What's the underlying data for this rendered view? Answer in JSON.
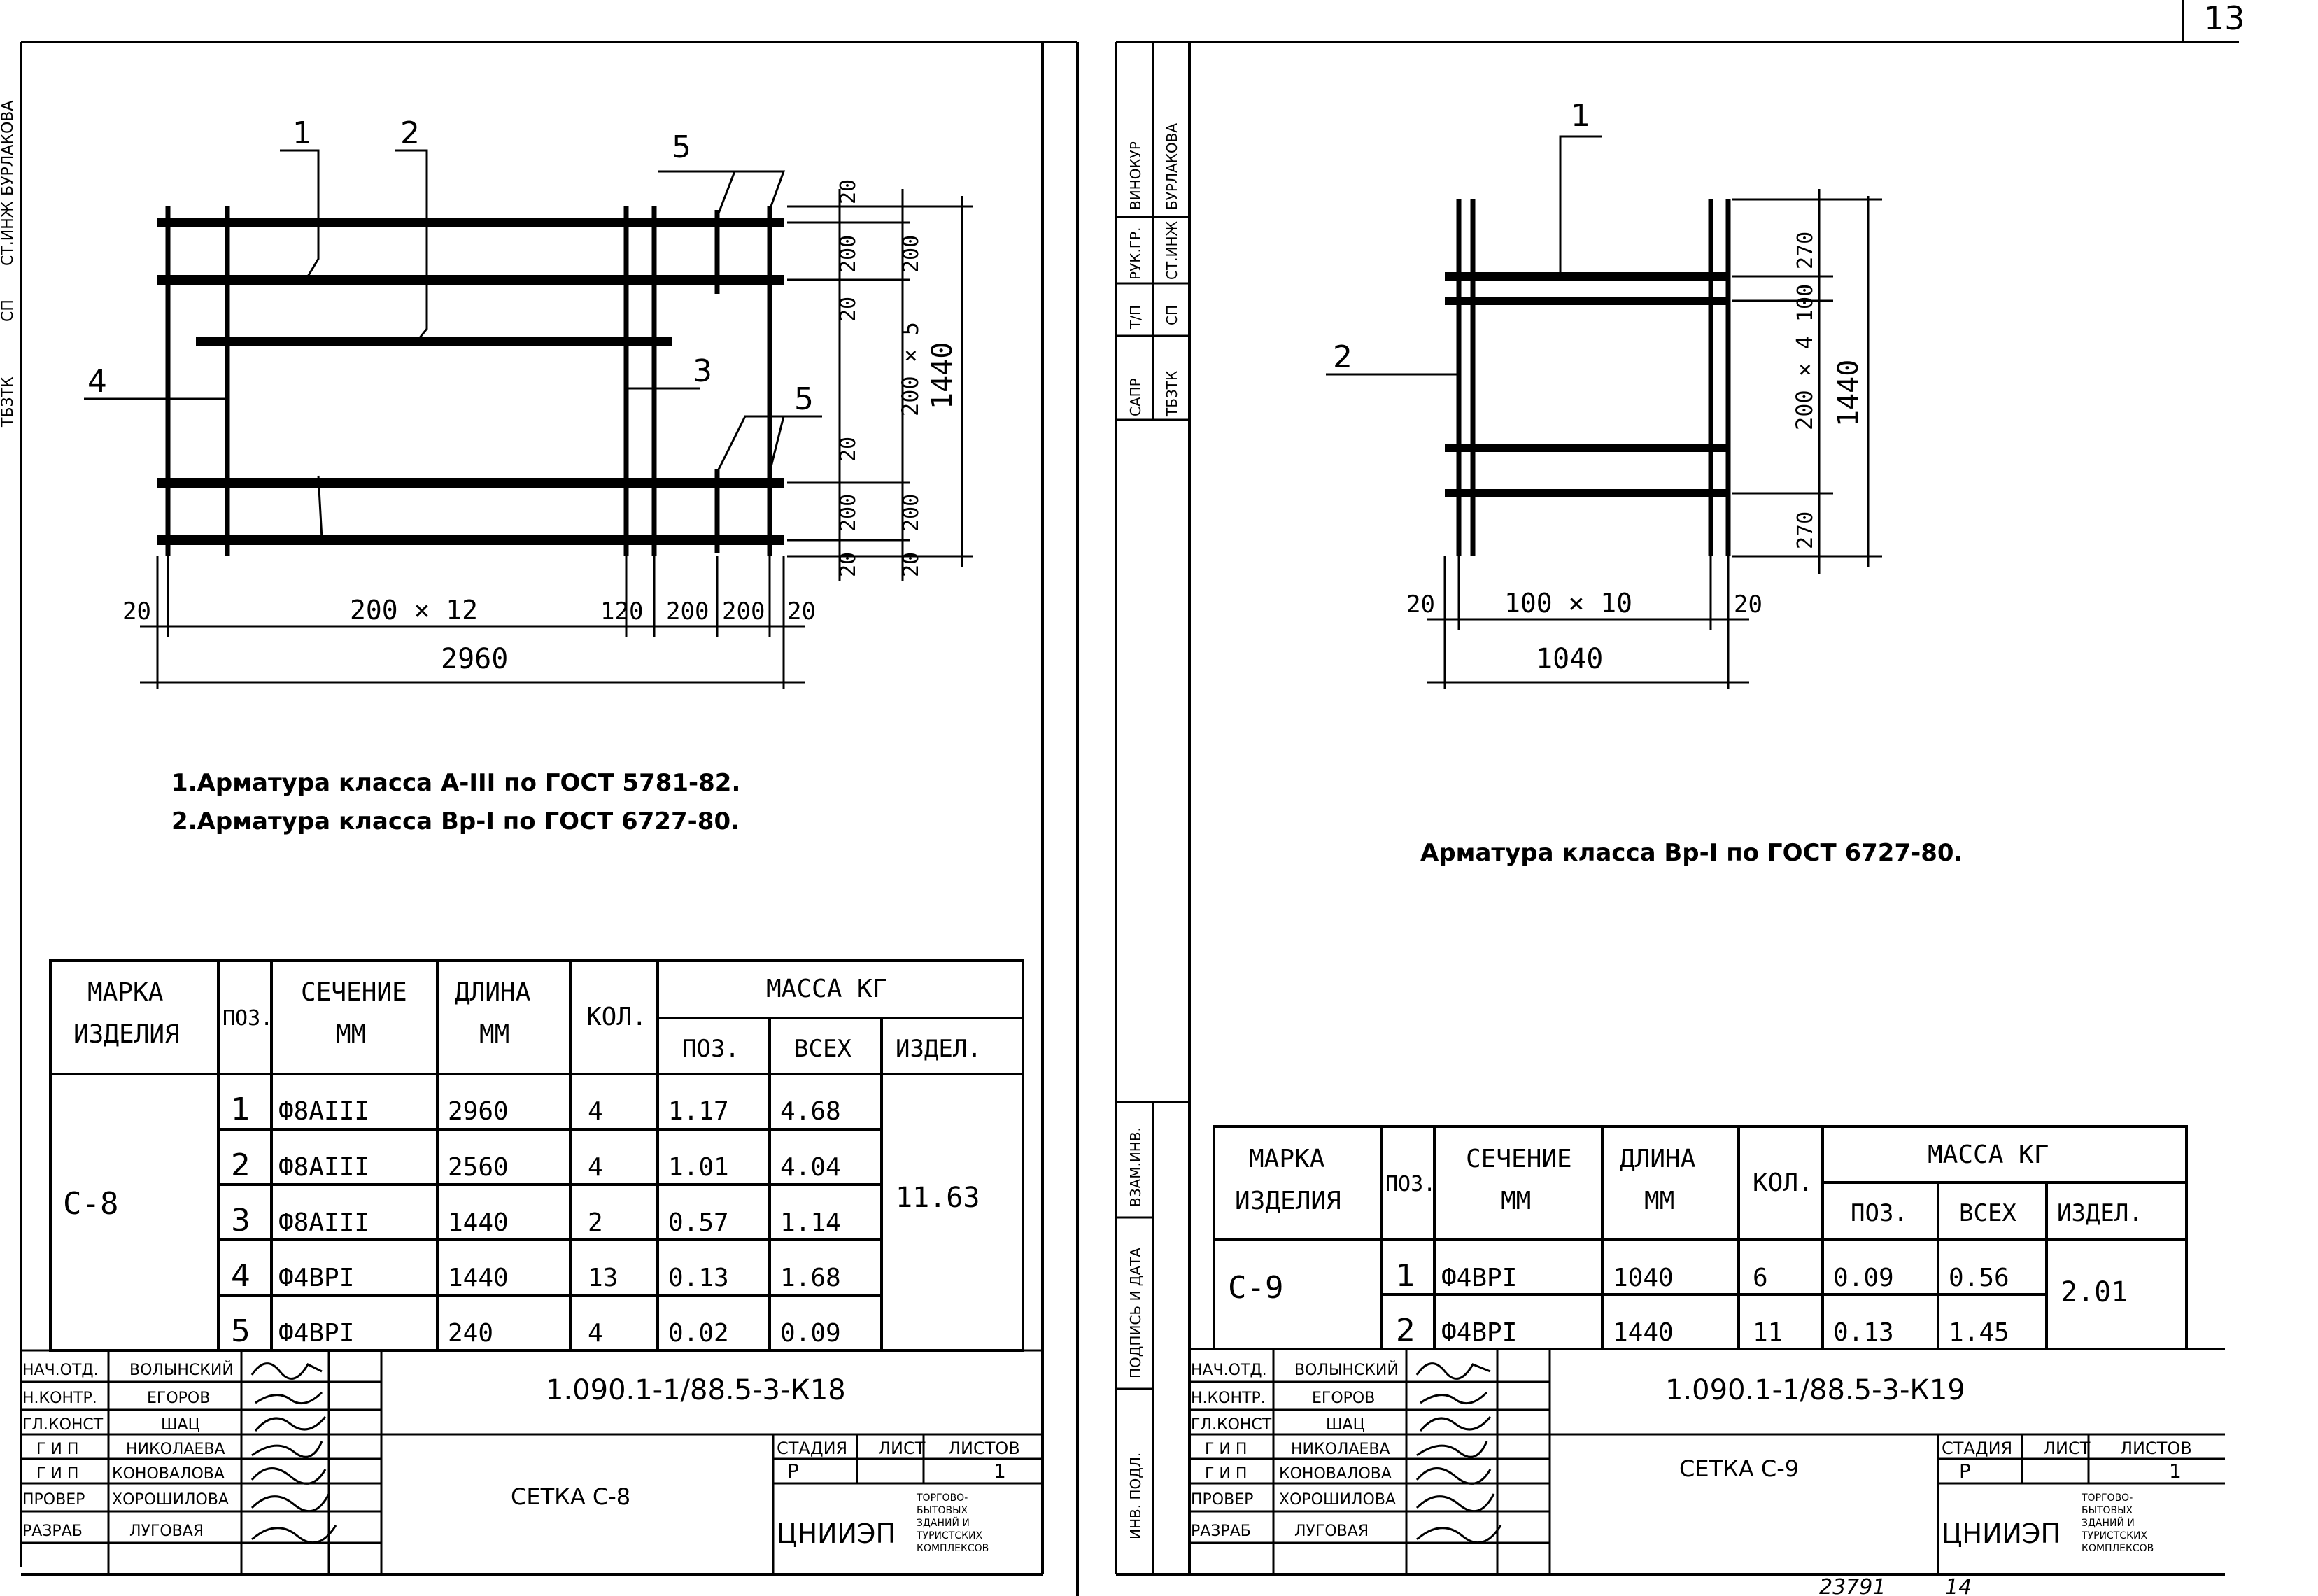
{
  "page_number": "13",
  "left_sheet": {
    "drawing": {
      "callouts": [
        "1",
        "2",
        "3",
        "4",
        "5",
        "5"
      ],
      "dims_bottom": [
        "20",
        "200 × 12",
        "120",
        "200",
        "200",
        "20"
      ],
      "dim_total_width": "2960",
      "dims_right": [
        "20",
        "200",
        "20",
        "200",
        "200 × 5",
        "20",
        "200",
        "20",
        "200",
        "20"
      ],
      "dim_total_height": "1440"
    },
    "notes": [
      "1.Арматура класса А-III по ГОСТ 5781-82.",
      "2.Арматура класса Вр-I по ГОСТ 6727-80."
    ],
    "table": {
      "headers": {
        "mark": "МАРКА ИЗДЕЛИЯ",
        "pos": "ПОЗ.",
        "section": "СЕЧЕНИЕ ММ",
        "length": "ДЛИНА ММ",
        "qty": "КОЛ.",
        "mass": "МАССА КГ",
        "mass_pos": "ПОЗ.",
        "mass_all": "ВСЕХ",
        "mass_item": "ИЗДЕЛ."
      },
      "mark": "С-8",
      "total": "11.63",
      "rows": [
        {
          "pos": "1",
          "section": "Ф8АIII",
          "length": "2960",
          "qty": "4",
          "m_pos": "1.17",
          "m_all": "4.68"
        },
        {
          "pos": "2",
          "section": "Ф8АIII",
          "length": "2560",
          "qty": "4",
          "m_pos": "1.01",
          "m_all": "4.04"
        },
        {
          "pos": "3",
          "section": "Ф8АIII",
          "length": "1440",
          "qty": "2",
          "m_pos": "0.57",
          "m_all": "1.14"
        },
        {
          "pos": "4",
          "section": "Ф4ВРI",
          "length": "1440",
          "qty": "13",
          "m_pos": "0.13",
          "m_all": "1.68"
        },
        {
          "pos": "5",
          "section": "Ф4ВРI",
          "length": "240",
          "qty": "4",
          "m_pos": "0.02",
          "m_all": "0.09"
        }
      ]
    },
    "title_block": {
      "doc_code": "1.090.1-1/88.5-3-К18",
      "title": "СЕТКА С-8",
      "stage_label": "СТАДИЯ",
      "sheet_label": "ЛИСТ",
      "sheets_label": "ЛИСТОВ",
      "stage": "Р",
      "sheets": "1",
      "org": "ЦНИИЭП",
      "org_sub": [
        "ТОРГОВО-",
        "БЫТОВЫХ",
        "ЗДАНИЙ И",
        "ТУРИСТСКИХ",
        "КОМПЛЕКСОВ"
      ],
      "people": [
        {
          "role": "НАЧ.ОТД.",
          "name": "ВОЛЫНСКИЙ"
        },
        {
          "role": "Н.КОНТР.",
          "name": "ЕГОРОВ"
        },
        {
          "role": "ГЛ.КОНСТ",
          "name": "ШАЦ"
        },
        {
          "role": "Г И П",
          "name": "НИКОЛАЕВА"
        },
        {
          "role": "Г И П",
          "name": "КОНОВАЛОВА"
        },
        {
          "role": "ПРОВЕР",
          "name": "ХОРОШИЛОВА"
        },
        {
          "role": "РАЗРАБ",
          "name": "ЛУГОВАЯ"
        }
      ]
    },
    "margin_stamp": [
      "ТБЗТК",
      "СП",
      "СТ.ИНЖ",
      "БУРЛАКОВА"
    ]
  },
  "right_sheet": {
    "drawing": {
      "callouts": [
        "1",
        "2"
      ],
      "dims_bottom": [
        "20",
        "100 × 10",
        "20"
      ],
      "dim_total_width": "1040",
      "dims_right": [
        "270",
        "100",
        "200 × 4",
        "270"
      ],
      "dim_total_height": "1440"
    },
    "notes": [
      "Арматура класса Вр-I по ГОСТ 6727-80."
    ],
    "table": {
      "mark": "С-9",
      "total": "2.01",
      "rows": [
        {
          "pos": "1",
          "section": "Ф4ВРI",
          "length": "1040",
          "qty": "6",
          "m_pos": "0.09",
          "m_all": "0.56"
        },
        {
          "pos": "2",
          "section": "Ф4ВРI",
          "length": "1440",
          "qty": "11",
          "m_pos": "0.13",
          "m_all": "1.45"
        }
      ]
    },
    "title_block": {
      "doc_code": "1.090.1-1/88.5-3-К19",
      "title": "СЕТКА С-9",
      "stage": "Р",
      "sheets": "1"
    },
    "side_stamp": [
      {
        "top": "САПР",
        "bottom": "ТБЗТК"
      },
      {
        "top": "Т/П",
        "bottom": "СП"
      },
      {
        "top": "РУК.ГР.",
        "bottom": "СТ.ИНЖ"
      },
      {
        "top": "ВИНОКУР",
        "bottom": "БУРЛАКОВА"
      }
    ],
    "margin_labels": [
      "ВЗАМ.ИНВ.",
      "ПОДПИСЬ И ДАТА",
      "ИНВ. ПОДЛ."
    ],
    "bottom_numbers": [
      "23791",
      "14"
    ]
  }
}
